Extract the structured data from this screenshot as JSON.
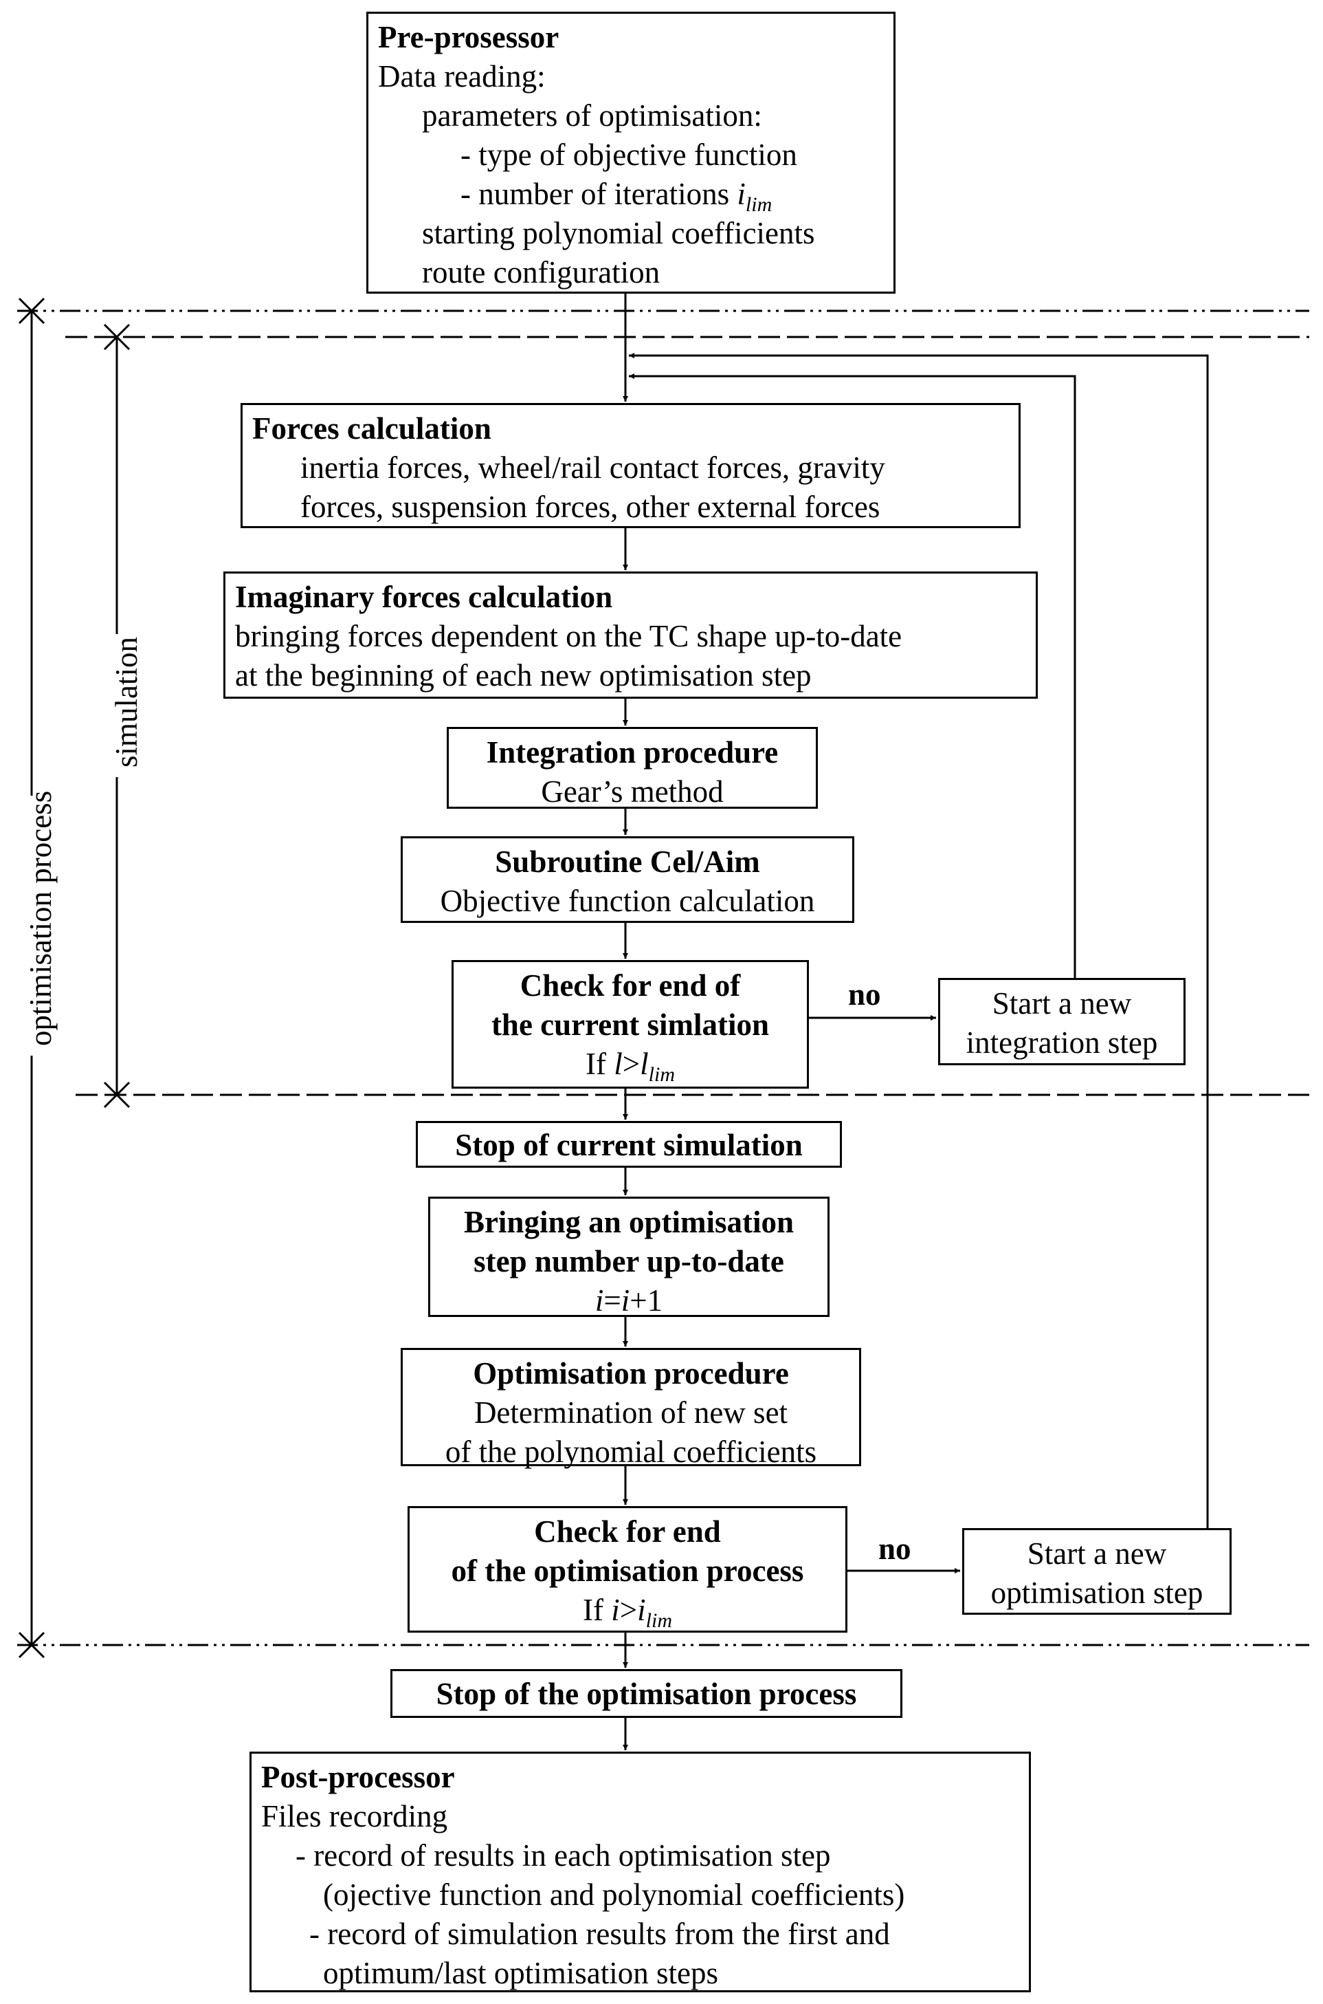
{
  "preprocessor": {
    "title": "Pre-prosessor",
    "line1": "Data reading:",
    "line2": "parameters of optimisation:",
    "line3": "- type of objective function",
    "line4_prefix": "- number of iterations ",
    "line4_var": "i",
    "line4_sub": "lim",
    "line5": "starting polynomial coefficients",
    "line6": "route configuration"
  },
  "forces": {
    "title": "Forces calculation",
    "line1": "inertia forces, wheel/rail contact forces, gravity",
    "line2": "forces,  suspension forces, other external forces"
  },
  "imaginary": {
    "title": "Imaginary forces calculation",
    "line1": "bringing forces dependent on the TC shape up-to-date",
    "line2": "at the beginning of each new optimisation step"
  },
  "integration": {
    "title": "Integration procedure",
    "line1": "Gear’s method"
  },
  "subroutine": {
    "title": "Subroutine Cel/Aim",
    "line1": "Objective function calculation"
  },
  "check_sim": {
    "title1": "Check for end of",
    "title2": "the current simlation",
    "cond_prefix": "If ",
    "cond_var": "l",
    "cond_op": ">",
    "cond_var2": "l",
    "cond_sub": "lim"
  },
  "new_integration": {
    "line1": "Start a new",
    "line2": "integration step"
  },
  "stop_sim": {
    "title": "Stop of current simulation"
  },
  "bringing": {
    "title1": "Bringing an optimisation",
    "title2": "step number up-to-date",
    "eq_var": "i",
    "eq_mid": "=",
    "eq_var2": "i",
    "eq_end": "+1"
  },
  "opt_proc": {
    "title": "Optimisation procedure",
    "line1": "Determination of new set",
    "line2": "of the polynomial coefficients"
  },
  "check_opt": {
    "title1": "Check for end",
    "title2": "of the optimisation process",
    "cond_prefix": "If ",
    "cond_var": "i",
    "cond_op": ">",
    "cond_var2": "i",
    "cond_sub": "lim"
  },
  "new_opt": {
    "line1": "Start a new",
    "line2": "optimisation step"
  },
  "stop_opt": {
    "title": "Stop of the optimisation process"
  },
  "postprocessor": {
    "title": "Post-processor",
    "line1": "Files recording",
    "line2": "-  record of results in each optimisation step",
    "line3": "(ojective function and polynomial coefficients)",
    "line4": "- record of simulation results from the first and",
    "line5": "optimum/last optimisation steps"
  },
  "labels": {
    "no1": "no",
    "no2": "no",
    "simulation": "simulation",
    "optimisation_process": "optimisation process"
  }
}
